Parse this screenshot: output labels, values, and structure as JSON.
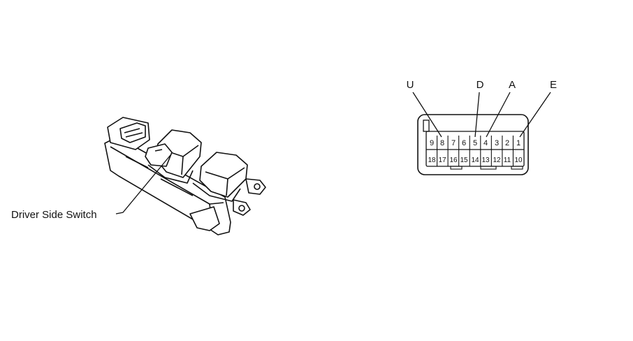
{
  "switch_assembly": {
    "callout_label": "Driver Side Switch"
  },
  "connector": {
    "terminal_labels": {
      "u": "U",
      "d": "D",
      "a": "A",
      "e": "E"
    },
    "top_row": [
      "9",
      "8",
      "7",
      "6",
      "5",
      "4",
      "3",
      "2",
      "1"
    ],
    "bottom_row": [
      "18",
      "17",
      "16",
      "15",
      "14",
      "13",
      "12",
      "11",
      "10"
    ]
  },
  "colors": {
    "line": "#111111",
    "background": "#ffffff",
    "shade": "#d9d9d9"
  }
}
